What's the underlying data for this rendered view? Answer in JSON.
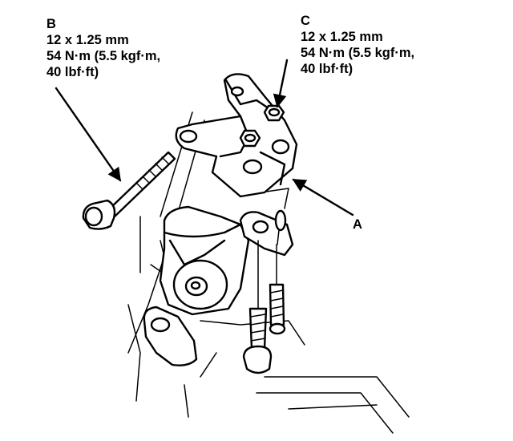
{
  "callouts": {
    "b": {
      "letter": "B",
      "size": "12 x 1.25 mm",
      "torque_line1": "54 N·m (5.5 kgf·m,",
      "torque_line2": "40 lbf·ft)"
    },
    "c": {
      "letter": "C",
      "size": "12 x 1.25 mm",
      "torque_line1": "54 N·m (5.5 kgf·m,",
      "torque_line2": "40 lbf·ft)"
    },
    "a": {
      "letter": "A"
    }
  },
  "colors": {
    "ink": "#000000",
    "paper": "#ffffff"
  }
}
